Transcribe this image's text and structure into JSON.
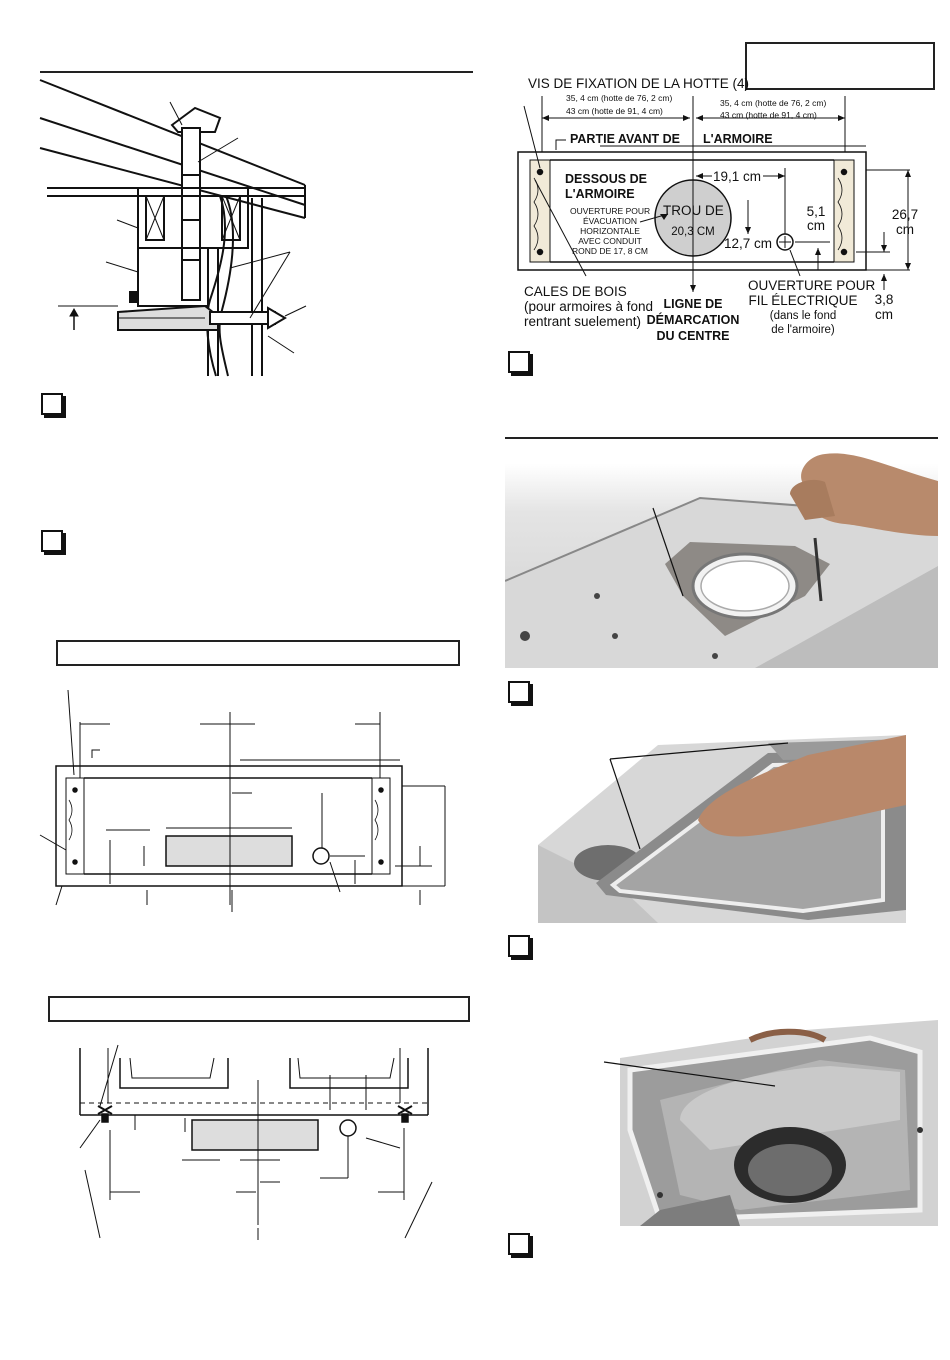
{
  "diagram_cabinet_fr": {
    "vis_fixation": "VIS DE FIXATION DE LA HOTTE (4)",
    "dim_left_line1": "35, 4 cm (hotte de 76, 2 cm)",
    "dim_left_line2": "43 cm (hotte de 91, 4 cm)",
    "dim_right_line1": "35, 4 cm (hotte de 76, 2 cm)",
    "dim_right_line2": "43 cm (hotte de 91, 4 cm)",
    "partie_avant": "PARTIE AVANT DE",
    "armoire": "L'ARMOIRE",
    "dessous_line1": "DESSOUS  DE",
    "dessous_line2": "L'ARMOIRE",
    "ouverture_line1": "OUVERTURE POUR",
    "ouverture_line2": "ÉVACUATION",
    "ouverture_line3": "HORIZONTALE",
    "ouverture_line4": "AVEC CONDUIT",
    "ouverture_line5": "ROND DE 17, 8 CM",
    "trou_line1": "TROU DE",
    "trou_line2": "20,3 CM",
    "dim_19": "19,1 cm",
    "dim_51_line1": "5,1",
    "dim_51_line2": "cm",
    "dim_267_line1": "26,7",
    "dim_267_line2": "cm",
    "dim_127": "12,7 cm",
    "dim_38_line1": "3,8",
    "dim_38_line2": "cm",
    "cales_line1": "CALES DE BOIS",
    "cales_line2": "(pour armoires à fond",
    "cales_line3": "rentrant suelement)",
    "ligne_line1": "LIGNE DE",
    "ligne_line2": "DÉMARCATION",
    "ligne_line3": "DU CENTRE",
    "fil_line1": "OUVERTURE POUR",
    "fil_line2": "FIL ÉLECTRIQUE",
    "fil_line3": "(dans le fond",
    "fil_line4": "de l'armoire)"
  }
}
